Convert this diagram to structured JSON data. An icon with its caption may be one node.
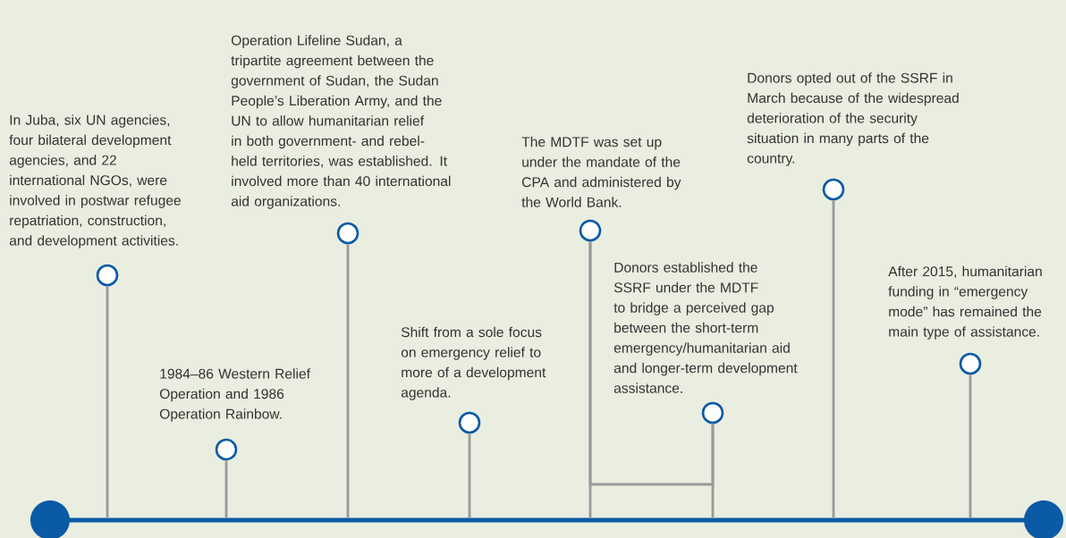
{
  "diagram": {
    "nodes": [
      {
        "text": [],
        "shape": "circle",
        "beside": [
          "In Juba, six UN agencies, four bilateral development agencies, and 22 international NGOs, were involved in postwar refugee repatriation, construction, and development activities."
        ]
      },
      {
        "text": [],
        "shape": "circle",
        "beside": [
          "1984–86 Western Relief Operation and 1986 Operation Rainbow."
        ]
      },
      {
        "text": [],
        "shape": "circle",
        "beside": [
          "Operation Lifeline Sudan, a tripartite agreement between the government of Sudan, the Sudan People’s Liberation Army, and the UN to allow humanitarian relief in both government- and rebel-held territories, was established. It involved more than 40 international aid organizations."
        ]
      },
      {
        "text": [],
        "shape": "circle",
        "beside": [
          "Shift from a sole focus on emergency relief to more of a development agenda."
        ]
      },
      {
        "text": [],
        "shape": "circle",
        "beside": [
          "The MDTF was set up under the mandate of the CPA and administered by the World Bank."
        ]
      },
      {
        "text": [],
        "shape": "circle",
        "beside": [
          "Donors established the SSRF under the MDTF to bridge a perceived gap between the short-term emergency/humanitarian aid and longer-term development assistance."
        ]
      },
      {
        "text": [],
        "shape": "circle",
        "beside": [
          "Donors opted out of the SSRF in March because of the widespread deterioration of the security situation in many parts of the country."
        ]
      },
      {
        "text": [],
        "shape": "circle",
        "beside": [
          "After 2015, humanitarian funding in “emergency mode” has remained the main type of assistance."
        ]
      },
      {
        "text": [],
        "shape": "bar"
      }
    ],
    "edges": [
      {
        "from": 0,
        "to": 8,
        "arrow": "none"
      },
      {
        "from": 1,
        "to": 8,
        "arrow": "none"
      },
      {
        "from": 2,
        "to": 8,
        "arrow": "none"
      },
      {
        "from": 3,
        "to": 8,
        "arrow": "none"
      },
      {
        "from": 4,
        "to": 8,
        "arrow": "none"
      },
      {
        "from": 5,
        "to": 8,
        "arrow": "none"
      },
      {
        "from": 6,
        "to": 8,
        "arrow": "none"
      },
      {
        "from": 7,
        "to": 8,
        "arrow": "none"
      },
      {
        "from": 5,
        "to": 4,
        "arrow": "none"
      }
    ]
  }
}
